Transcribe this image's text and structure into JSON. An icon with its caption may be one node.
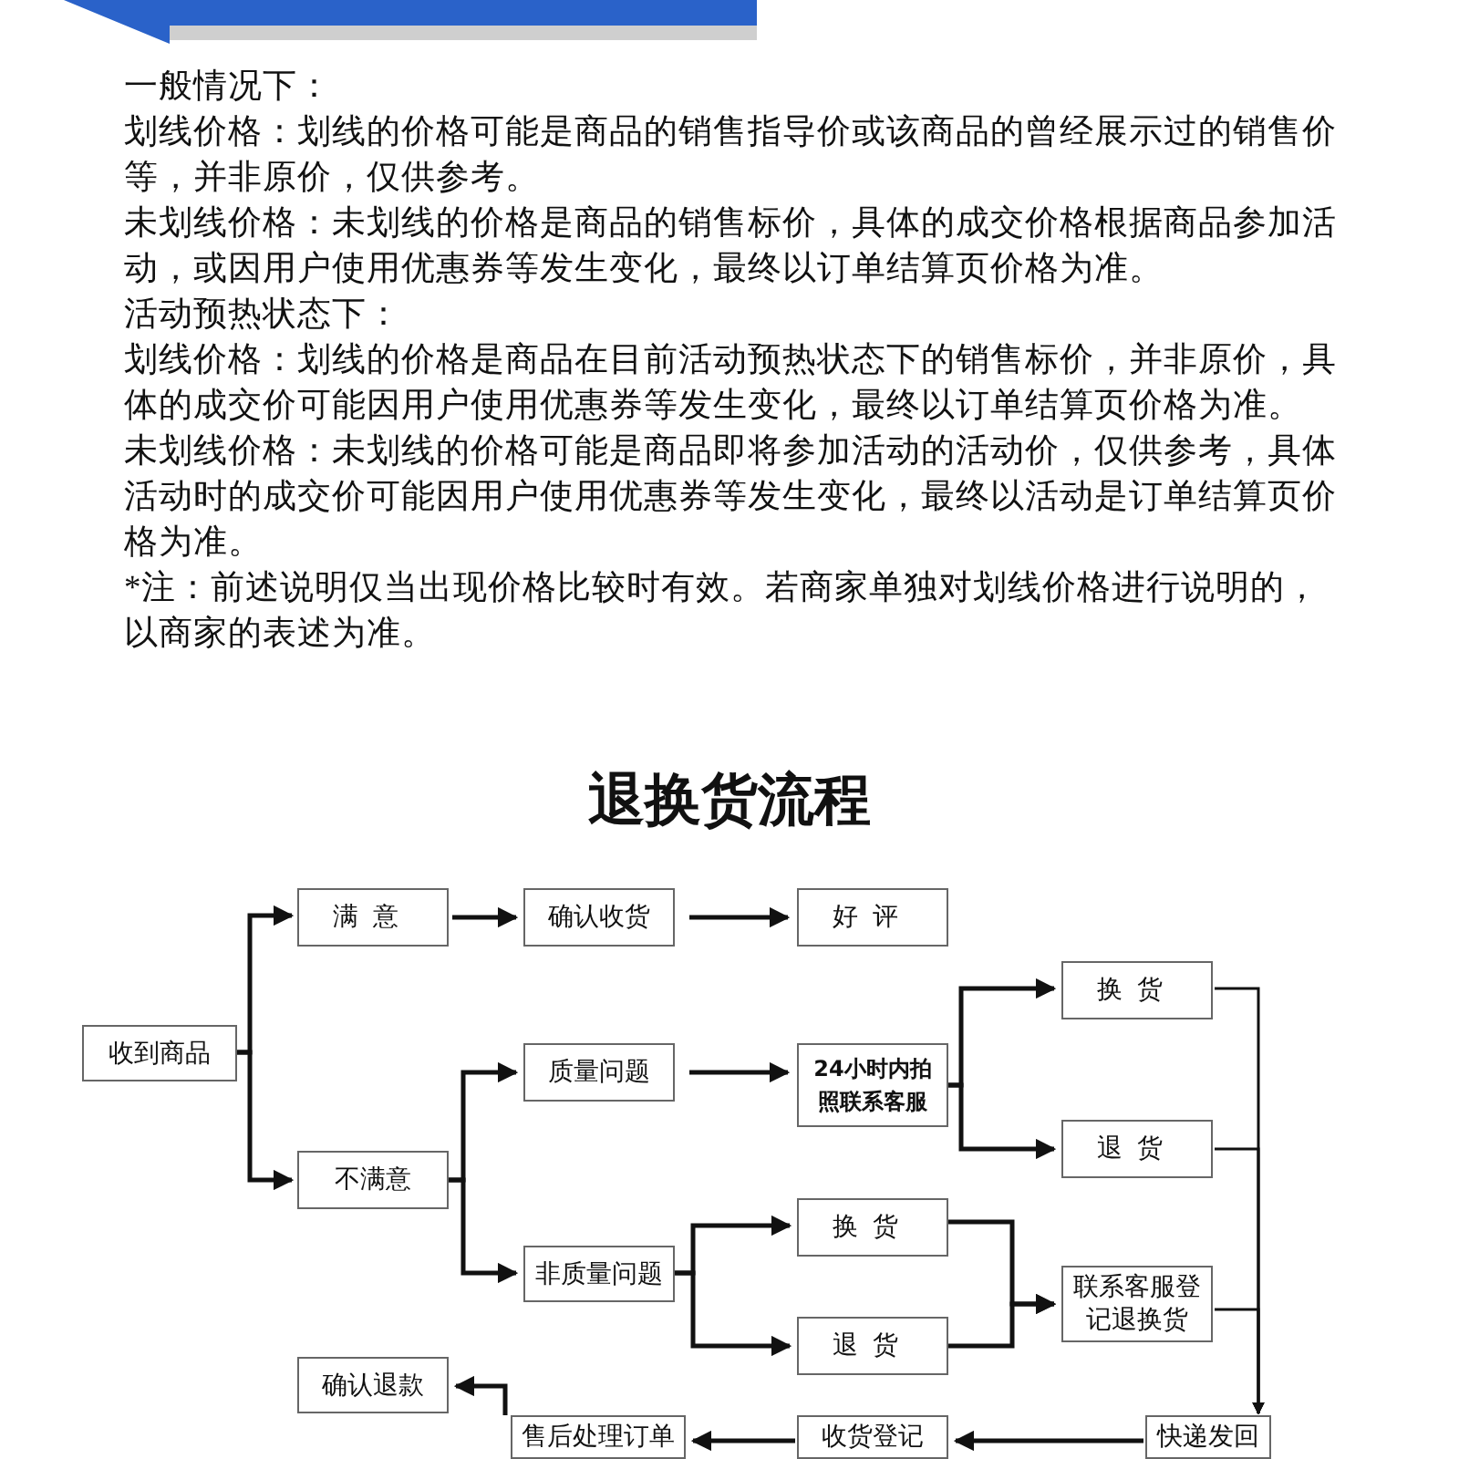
{
  "diagram": {
    "title": "退换货流程",
    "nodes": [
      {
        "text": [
          "收到商品"
        ]
      },
      {
        "text": [
          "满意"
        ]
      },
      {
        "text": [
          "确认收货"
        ]
      },
      {
        "text": [
          "好评"
        ]
      },
      {
        "text": [
          "不满意"
        ]
      },
      {
        "text": [
          "质量问题"
        ]
      },
      {
        "text": [
          "24小时内拍照联系客服"
        ]
      },
      {
        "text": [
          "换货"
        ]
      },
      {
        "text": [
          "退货"
        ]
      },
      {
        "text": [
          "非质量问题"
        ]
      },
      {
        "text": [
          "换货"
        ]
      },
      {
        "text": [
          "退货"
        ]
      },
      {
        "text": [
          "联系客服登记退换货"
        ]
      },
      {
        "text": [
          "确认退款"
        ]
      },
      {
        "text": [
          "售后处理订单"
        ]
      },
      {
        "text": [
          "收货登记"
        ]
      },
      {
        "text": [
          "快递发回"
        ]
      }
    ],
    "edges": [
      {
        "from": 0,
        "to": 1,
        "arrow": "to"
      },
      {
        "from": 0,
        "to": 4,
        "arrow": "to"
      },
      {
        "from": 1,
        "to": 2,
        "arrow": "to"
      },
      {
        "from": 2,
        "to": 3,
        "arrow": "to"
      },
      {
        "from": 4,
        "to": 5,
        "arrow": "to"
      },
      {
        "from": 4,
        "to": 9,
        "arrow": "to"
      },
      {
        "from": 5,
        "to": 6,
        "arrow": "to"
      },
      {
        "from": 6,
        "to": 7,
        "arrow": "to"
      },
      {
        "from": 6,
        "to": 8,
        "arrow": "to"
      },
      {
        "from": 9,
        "to": 10,
        "arrow": "to"
      },
      {
        "from": 9,
        "to": 11,
        "arrow": "to"
      },
      {
        "from": 10,
        "to": 12,
        "arrow": "to"
      },
      {
        "from": 11,
        "to": 12,
        "arrow": "to"
      },
      {
        "from": 7,
        "to": 16,
        "arrow": "to"
      },
      {
        "from": 8,
        "to": 16,
        "arrow": "to"
      },
      {
        "from": 12,
        "to": 16,
        "arrow": "to"
      },
      {
        "from": 16,
        "to": 15,
        "arrow": "to"
      },
      {
        "from": 15,
        "to": 14,
        "arrow": "to"
      },
      {
        "from": 14,
        "to": 13,
        "arrow": "to"
      }
    ],
    "labels": [
      "一般情况下：",
      "划线价格：划线的价格可能是商品的销售指导价或该商品的曾经展示过的销售价等，并非原价，仅供参考。",
      "未划线价格：未划线的价格是商品的销售标价，具体的成交价格根据商品参加活动，或因用户使用优惠券等发生变化，最终以订单结算页价格为准。",
      "活动预热状态下：",
      "划线价格：划线的价格是商品在目前活动预热状态下的销售标价，并非原价，具体的成交价可能因用户使用优惠券等发生变化，最终以订单结算页价格为准。",
      "未划线价格：未划线的价格可能是商品即将参加活动的活动价，仅供参考，具体活动时的成交价可能因用户使用优惠券等发生变化，最终以活动是订单结算页价格为准。",
      "*注：前述说明仅当出现价格比较时有效。若商家单独对划线价格进行说明的，以商家的表述为准。"
    ]
  }
}
